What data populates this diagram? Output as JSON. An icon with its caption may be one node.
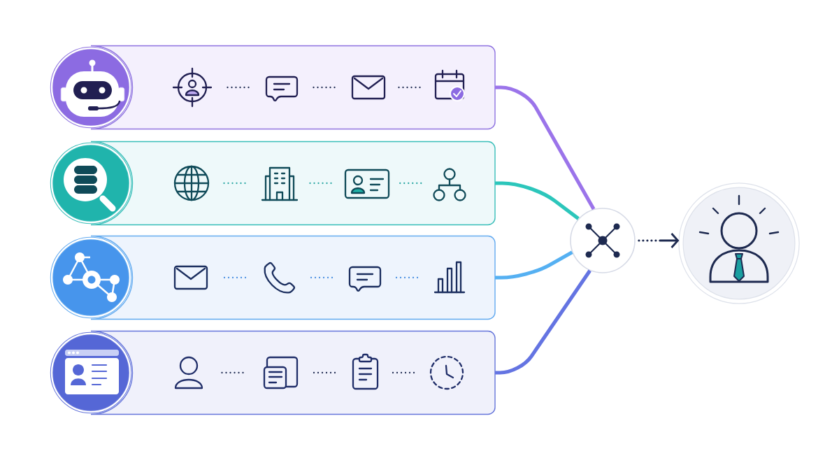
{
  "diagram": {
    "nodes": [
      {
        "text": [],
        "shape": "box"
      },
      {
        "text": [],
        "shape": "circle"
      },
      {
        "text": [],
        "shape": "picture",
        "in": 0
      },
      {
        "text": [],
        "shape": "picture",
        "in": 0
      },
      {
        "text": [],
        "shape": "picture",
        "in": 0
      },
      {
        "text": [],
        "shape": "picture",
        "in": 0
      },
      {
        "text": [],
        "shape": "box"
      },
      {
        "text": [],
        "shape": "circle"
      },
      {
        "text": [],
        "shape": "picture",
        "in": 6
      },
      {
        "text": [],
        "shape": "picture",
        "in": 6
      },
      {
        "text": [],
        "shape": "picture",
        "in": 6
      },
      {
        "text": [],
        "shape": "picture",
        "in": 6
      },
      {
        "text": [],
        "shape": "box"
      },
      {
        "text": [],
        "shape": "circle"
      },
      {
        "text": [],
        "shape": "picture",
        "in": 12
      },
      {
        "text": [],
        "shape": "picture",
        "in": 12
      },
      {
        "text": [],
        "shape": "picture",
        "in": 12
      },
      {
        "text": [],
        "shape": "picture",
        "in": 12
      },
      {
        "text": [],
        "shape": "box"
      },
      {
        "text": [],
        "shape": "circle"
      },
      {
        "text": [],
        "shape": "picture",
        "in": 18
      },
      {
        "text": [],
        "shape": "picture",
        "in": 18
      },
      {
        "text": [],
        "shape": "picture",
        "in": 18
      },
      {
        "text": [],
        "shape": "picture",
        "in": 18
      },
      {
        "text": [],
        "shape": "circle"
      },
      {
        "text": [],
        "shape": "circle"
      }
    ],
    "edges": [
      {
        "from": 2,
        "to": 3,
        "arrow": "none",
        "style": "dashed"
      },
      {
        "from": 3,
        "to": 4,
        "arrow": "none",
        "style": "dashed"
      },
      {
        "from": 4,
        "to": 5,
        "arrow": "none",
        "style": "dashed"
      },
      {
        "from": 8,
        "to": 9,
        "arrow": "none",
        "style": "dashed",
        "color": "#2aa7a3"
      },
      {
        "from": 9,
        "to": 10,
        "arrow": "none",
        "style": "dashed",
        "color": "#2aa7a3"
      },
      {
        "from": 10,
        "to": 11,
        "arrow": "none",
        "style": "dashed",
        "color": "#2aa7a3"
      },
      {
        "from": 14,
        "to": 15,
        "arrow": "none",
        "style": "dashed",
        "color": "#4a90e2"
      },
      {
        "from": 15,
        "to": 16,
        "arrow": "none",
        "style": "dashed",
        "color": "#4a90e2"
      },
      {
        "from": 16,
        "to": 17,
        "arrow": "none",
        "style": "dashed",
        "color": "#4a90e2"
      },
      {
        "from": 20,
        "to": 21,
        "arrow": "none",
        "style": "dashed"
      },
      {
        "from": 21,
        "to": 22,
        "arrow": "none",
        "style": "dashed"
      },
      {
        "from": 22,
        "to": 23,
        "arrow": "none",
        "style": "dashed"
      },
      {
        "from": 0,
        "to": 24,
        "arrow": "none",
        "style": "thick",
        "color": "#9b74ea"
      },
      {
        "from": 6,
        "to": 24,
        "arrow": "none",
        "style": "thick",
        "color": "#2cc6bb"
      },
      {
        "from": 12,
        "to": 24,
        "arrow": "none",
        "style": "thick",
        "color": "#55b0f2"
      },
      {
        "from": 18,
        "to": 24,
        "arrow": "none",
        "style": "thick",
        "color": "#6474e2"
      },
      {
        "from": 24,
        "to": 25,
        "arrow": "to",
        "style": "dashed"
      }
    ]
  }
}
